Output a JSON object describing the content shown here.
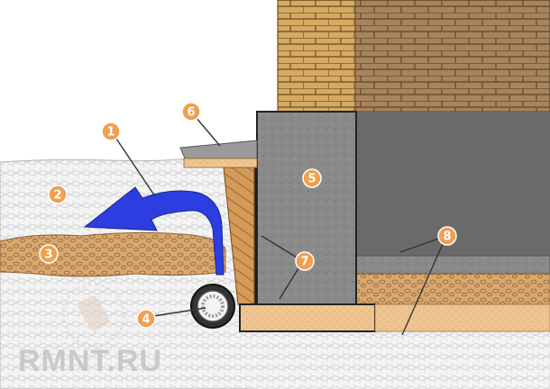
{
  "diagram": {
    "markers": [
      {
        "id": "1",
        "label": "1"
      },
      {
        "id": "2",
        "label": "2"
      },
      {
        "id": "3",
        "label": "3"
      },
      {
        "id": "4",
        "label": "4"
      },
      {
        "id": "5",
        "label": "5"
      },
      {
        "id": "6",
        "label": "6"
      },
      {
        "id": "7",
        "label": "7"
      },
      {
        "id": "8",
        "label": "8"
      }
    ],
    "watermark": "RMNT.RU",
    "colors": {
      "marker": "#f0a050",
      "water": "#2d3ee0",
      "brick": "#a8845c",
      "concrete": "#8a8a8a",
      "sand": "#e8c08c",
      "clay": "#d9a86e"
    }
  }
}
